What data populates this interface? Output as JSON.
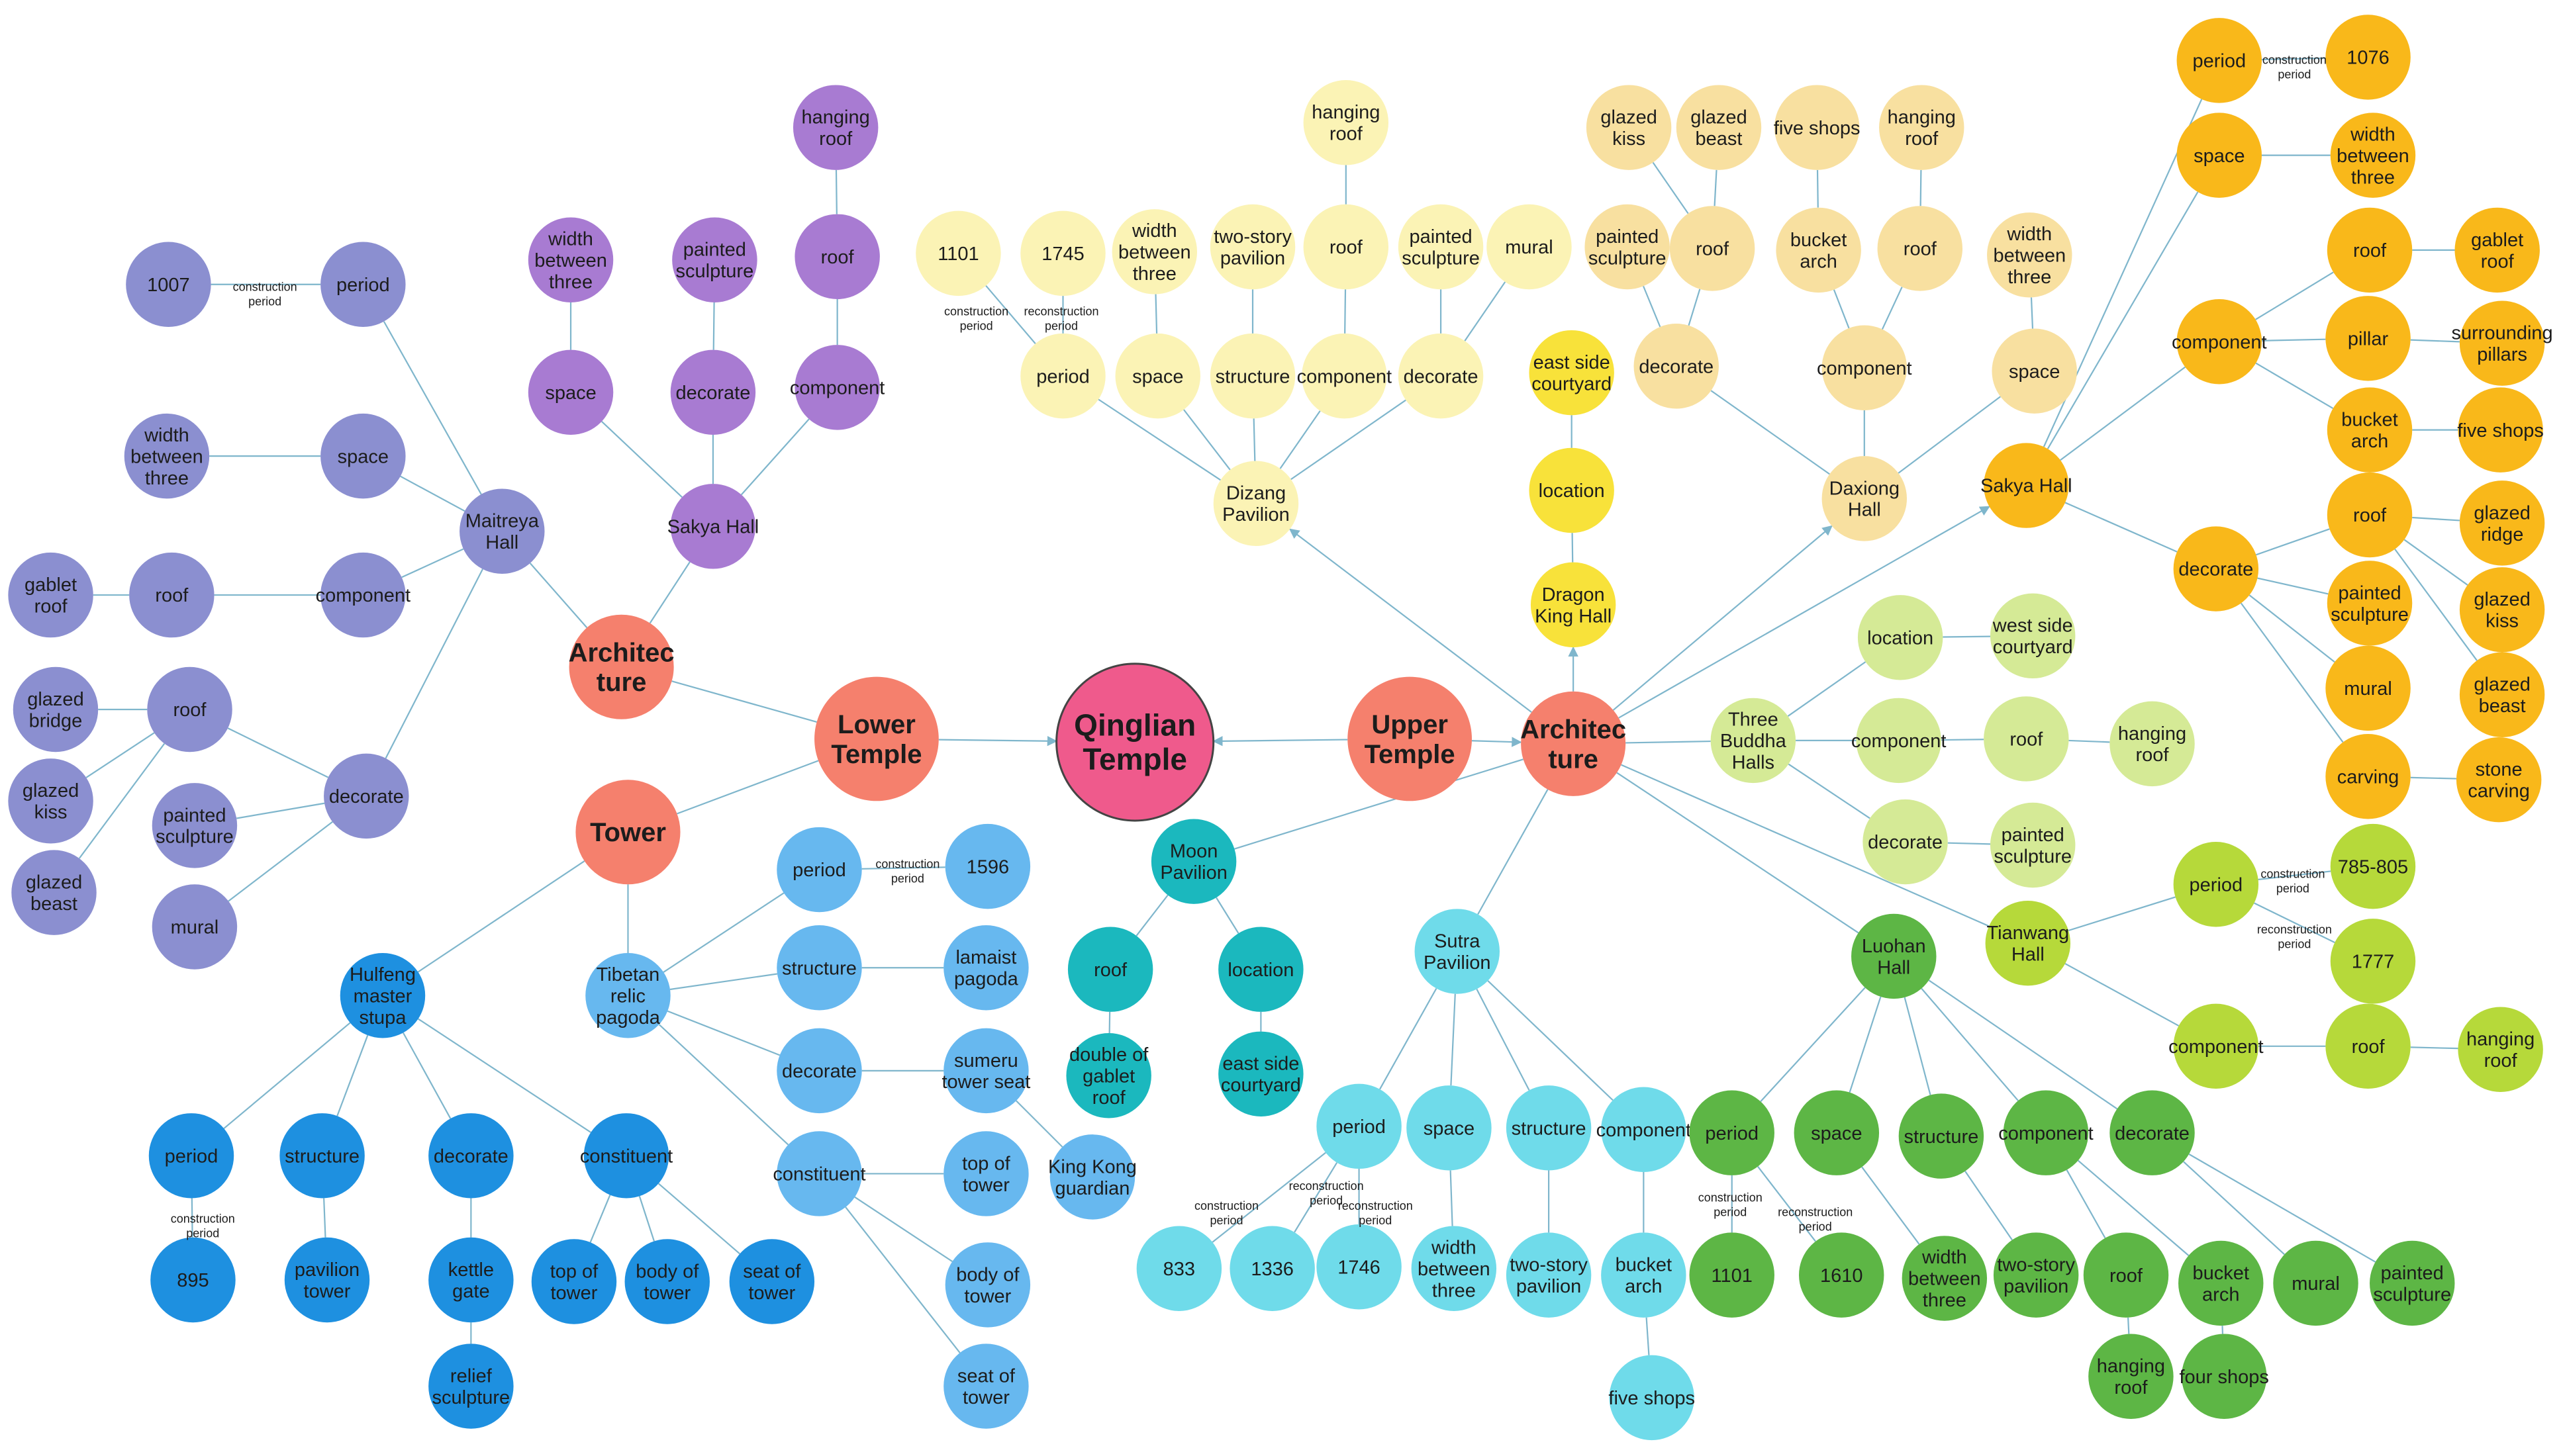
{
  "colors": {
    "center": "#ef5a8c",
    "branch": "#f5806d",
    "maitreya": "#8b8fd0",
    "lower_sakya": "#a87bd2",
    "tibetan": "#67b8ef",
    "hulfeng": "#1e90e0",
    "moon": "#1bb8be",
    "sutra": "#6fdbea",
    "luohan": "#5db645",
    "dizang": "#fbf3b5",
    "dragon": "#f8e23a",
    "daxiong": "#f8e0a0",
    "upper_sakya": "#f9b81a",
    "three_buddha": "#d5ea96",
    "tianwang": "#b6d93a",
    "edge": "#7fb6cc"
  },
  "center": "Qinglian Temple",
  "branches": {
    "lower_temple": "Lower Temple",
    "upper_temple": "Upper Temple",
    "architecture": "Architec ture",
    "tower": "Tower"
  },
  "lower_architecture": {
    "maitreya_hall": {
      "label": "Maitreya Hall",
      "period": "period",
      "period_value": "1007",
      "period_note": "construction period",
      "space": "space",
      "space_value": "width between three",
      "component": "component",
      "component_roof": "roof",
      "component_roof_type": "gablet roof",
      "decorate": "decorate",
      "decorate_roof": "roof",
      "roof_items": [
        "glazed bridge",
        "glazed kiss",
        "glazed beast"
      ],
      "painted_sculpture": "painted sculpture",
      "mural": "mural"
    },
    "sakya_hall": {
      "label": "Sakya Hall",
      "space": "space",
      "space_value": "width between three",
      "decorate": "decorate",
      "decorate_value": "painted sculpture",
      "component": "component",
      "roof": "roof",
      "roof_type": "hanging roof"
    }
  },
  "lower_tower": {
    "hulfeng": {
      "label": "Hulfeng master stupa",
      "period": "period",
      "period_value": "895",
      "period_note": "construction period",
      "structure": "structure",
      "structure_value": "pavilion tower",
      "decorate": "decorate",
      "decorate_value": "kettle gate",
      "decorate_sub": "relief sculpture",
      "constituent": "constituent",
      "constituent_items": [
        "top of tower",
        "body of tower",
        "seat of tower"
      ]
    },
    "tibetan": {
      "label": "Tibetan relic pagoda",
      "period": "period",
      "period_value": "1596",
      "period_note": "construction period",
      "structure": "structure",
      "structure_value": "lamaist pagoda",
      "decorate": "decorate",
      "decorate_value": "sumeru tower seat",
      "decorate_sub": "King Kong guardian",
      "constituent": "constituent",
      "constituent_items": [
        "top of tower",
        "body of tower",
        "seat of tower"
      ]
    }
  },
  "upper_architecture": {
    "moon_pavilion": {
      "label": "Moon Pavilion",
      "roof": "roof",
      "roof_value": "double of gablet roof",
      "location": "location",
      "location_value": "east side courtyard"
    },
    "sutra_pavilion": {
      "label": "Sutra Pavilion",
      "period": "period",
      "period_values": [
        "833",
        "1336",
        "1746"
      ],
      "period_notes": [
        "construction period",
        "reconstruction period",
        "reconstruction period"
      ],
      "space": "space",
      "space_value": "width between three",
      "structure": "structure",
      "structure_value": "two-story pavilion",
      "component": "component",
      "component_value": "bucket arch",
      "component_sub": "five shops"
    },
    "luohan_hall": {
      "label": "Luohan Hall",
      "period": "period",
      "period_values": [
        "1101",
        "1610"
      ],
      "period_notes": [
        "construction period",
        "reconstruction period"
      ],
      "space": "space",
      "space_value": "width between three",
      "structure": "structure",
      "structure_value": "two-story pavilion",
      "component": "component",
      "component_items": [
        "roof",
        "bucket arch"
      ],
      "roof_sub": "hanging roof",
      "bucket_sub": "four shops",
      "decorate": "decorate",
      "decorate_items": [
        "mural",
        "painted sculpture"
      ]
    },
    "dizang_pavilion": {
      "label": "Dizang Pavilion",
      "period": "period",
      "period_values": [
        "1101",
        "1745"
      ],
      "period_notes": [
        "construction period",
        "reconstruction period"
      ],
      "space": "space",
      "space_value": "width between three",
      "structure": "structure",
      "structure_value": "two-story pavilion",
      "component": "component",
      "component_value": "roof",
      "component_sub": "hanging roof",
      "decorate": "decorate",
      "decorate_items": [
        "painted sculpture",
        "mural"
      ]
    },
    "dragon_king_hall": {
      "label": "Dragon King Hall",
      "location": "location",
      "location_value": "east side courtyard"
    },
    "daxiong_hall": {
      "label": "Daxiong Hall",
      "decorate": "decorate",
      "decorate_items": [
        "painted sculpture",
        "roof"
      ],
      "decorate_roof_items": [
        "glazed kiss",
        "glazed beast"
      ],
      "component": "component",
      "component_items": [
        "bucket arch",
        "roof"
      ],
      "bucket_sub": "five shops",
      "roof_sub": "hanging roof",
      "space": "space",
      "space_value": "width between three"
    },
    "sakya_hall": {
      "label": "Sakya Hall",
      "period": "period",
      "period_value": "1076",
      "period_note": "construction period",
      "space": "space",
      "space_value": "width between three",
      "component": "component",
      "component_items": [
        "roof",
        "pillar",
        "bucket arch"
      ],
      "component_values": [
        "gablet roof",
        "surrounding pillars",
        "five shops"
      ],
      "decorate": "decorate",
      "decorate_items": [
        "roof",
        "painted sculpture",
        "mural",
        "carving"
      ],
      "decorate_roof_items": [
        "glazed ridge",
        "glazed kiss",
        "glazed beast"
      ],
      "carving_value": "stone carving"
    },
    "three_buddha_halls": {
      "label": "Three Buddha Halls",
      "location": "location",
      "location_value": "west side courtyard",
      "component": "component",
      "component_value": "roof",
      "component_sub": "hanging roof",
      "decorate": "decorate",
      "decorate_value": "painted sculpture"
    },
    "tianwang_hall": {
      "label": "Tianwang Hall",
      "period": "period",
      "period_values": [
        "785-805",
        "1777"
      ],
      "period_notes": [
        "construction period",
        "reconstruction period"
      ],
      "component": "component",
      "component_value": "roof",
      "component_sub": "hanging roof"
    }
  }
}
